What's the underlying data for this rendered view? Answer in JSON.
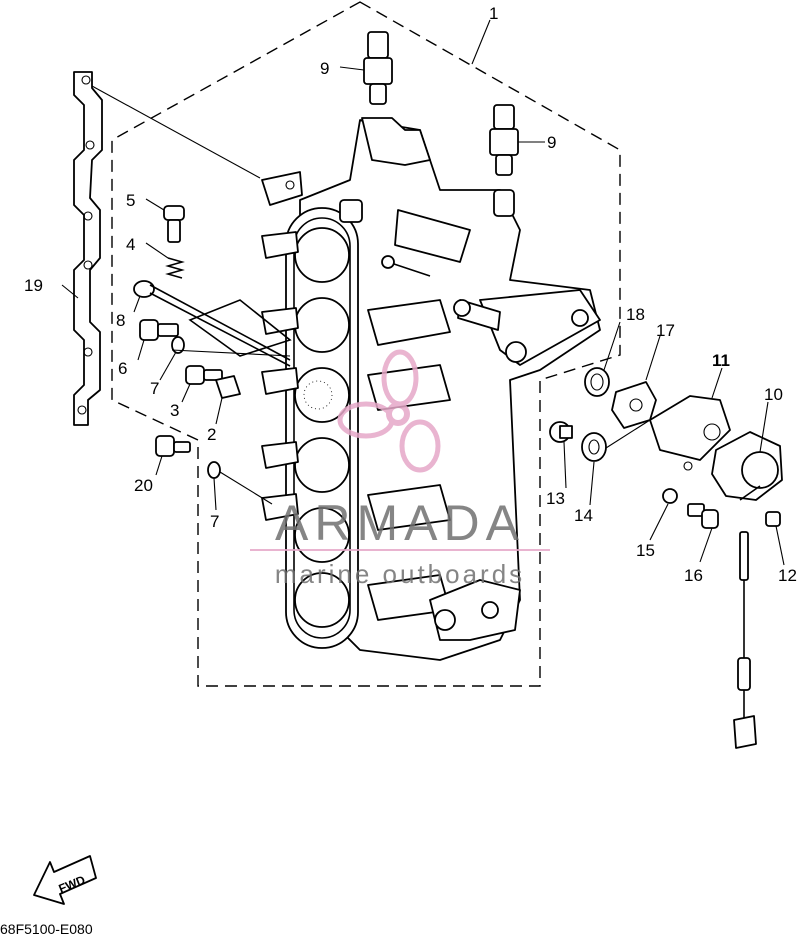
{
  "diagram": {
    "code": "68F5100-E080",
    "fwd_label": "FWD",
    "callouts": [
      {
        "id": "c1",
        "label": "1"
      },
      {
        "id": "c2",
        "label": "2"
      },
      {
        "id": "c3",
        "label": "3"
      },
      {
        "id": "c4",
        "label": "4"
      },
      {
        "id": "c5",
        "label": "5"
      },
      {
        "id": "c6",
        "label": "6"
      },
      {
        "id": "c7a",
        "label": "7"
      },
      {
        "id": "c7b",
        "label": "7"
      },
      {
        "id": "c8",
        "label": "8"
      },
      {
        "id": "c9a",
        "label": "9"
      },
      {
        "id": "c9b",
        "label": "9"
      },
      {
        "id": "c10",
        "label": "10"
      },
      {
        "id": "c11",
        "label": "11"
      },
      {
        "id": "c12",
        "label": "12"
      },
      {
        "id": "c13",
        "label": "13"
      },
      {
        "id": "c14",
        "label": "14"
      },
      {
        "id": "c15",
        "label": "15"
      },
      {
        "id": "c16",
        "label": "16"
      },
      {
        "id": "c17",
        "label": "17"
      },
      {
        "id": "c18",
        "label": "18"
      },
      {
        "id": "c19",
        "label": "19"
      },
      {
        "id": "c20",
        "label": "20"
      }
    ]
  },
  "watermark": {
    "brand": "ARMADA",
    "tagline": "marine outboards",
    "accent_color": "#e6a8c8",
    "text_color": "#707070"
  }
}
